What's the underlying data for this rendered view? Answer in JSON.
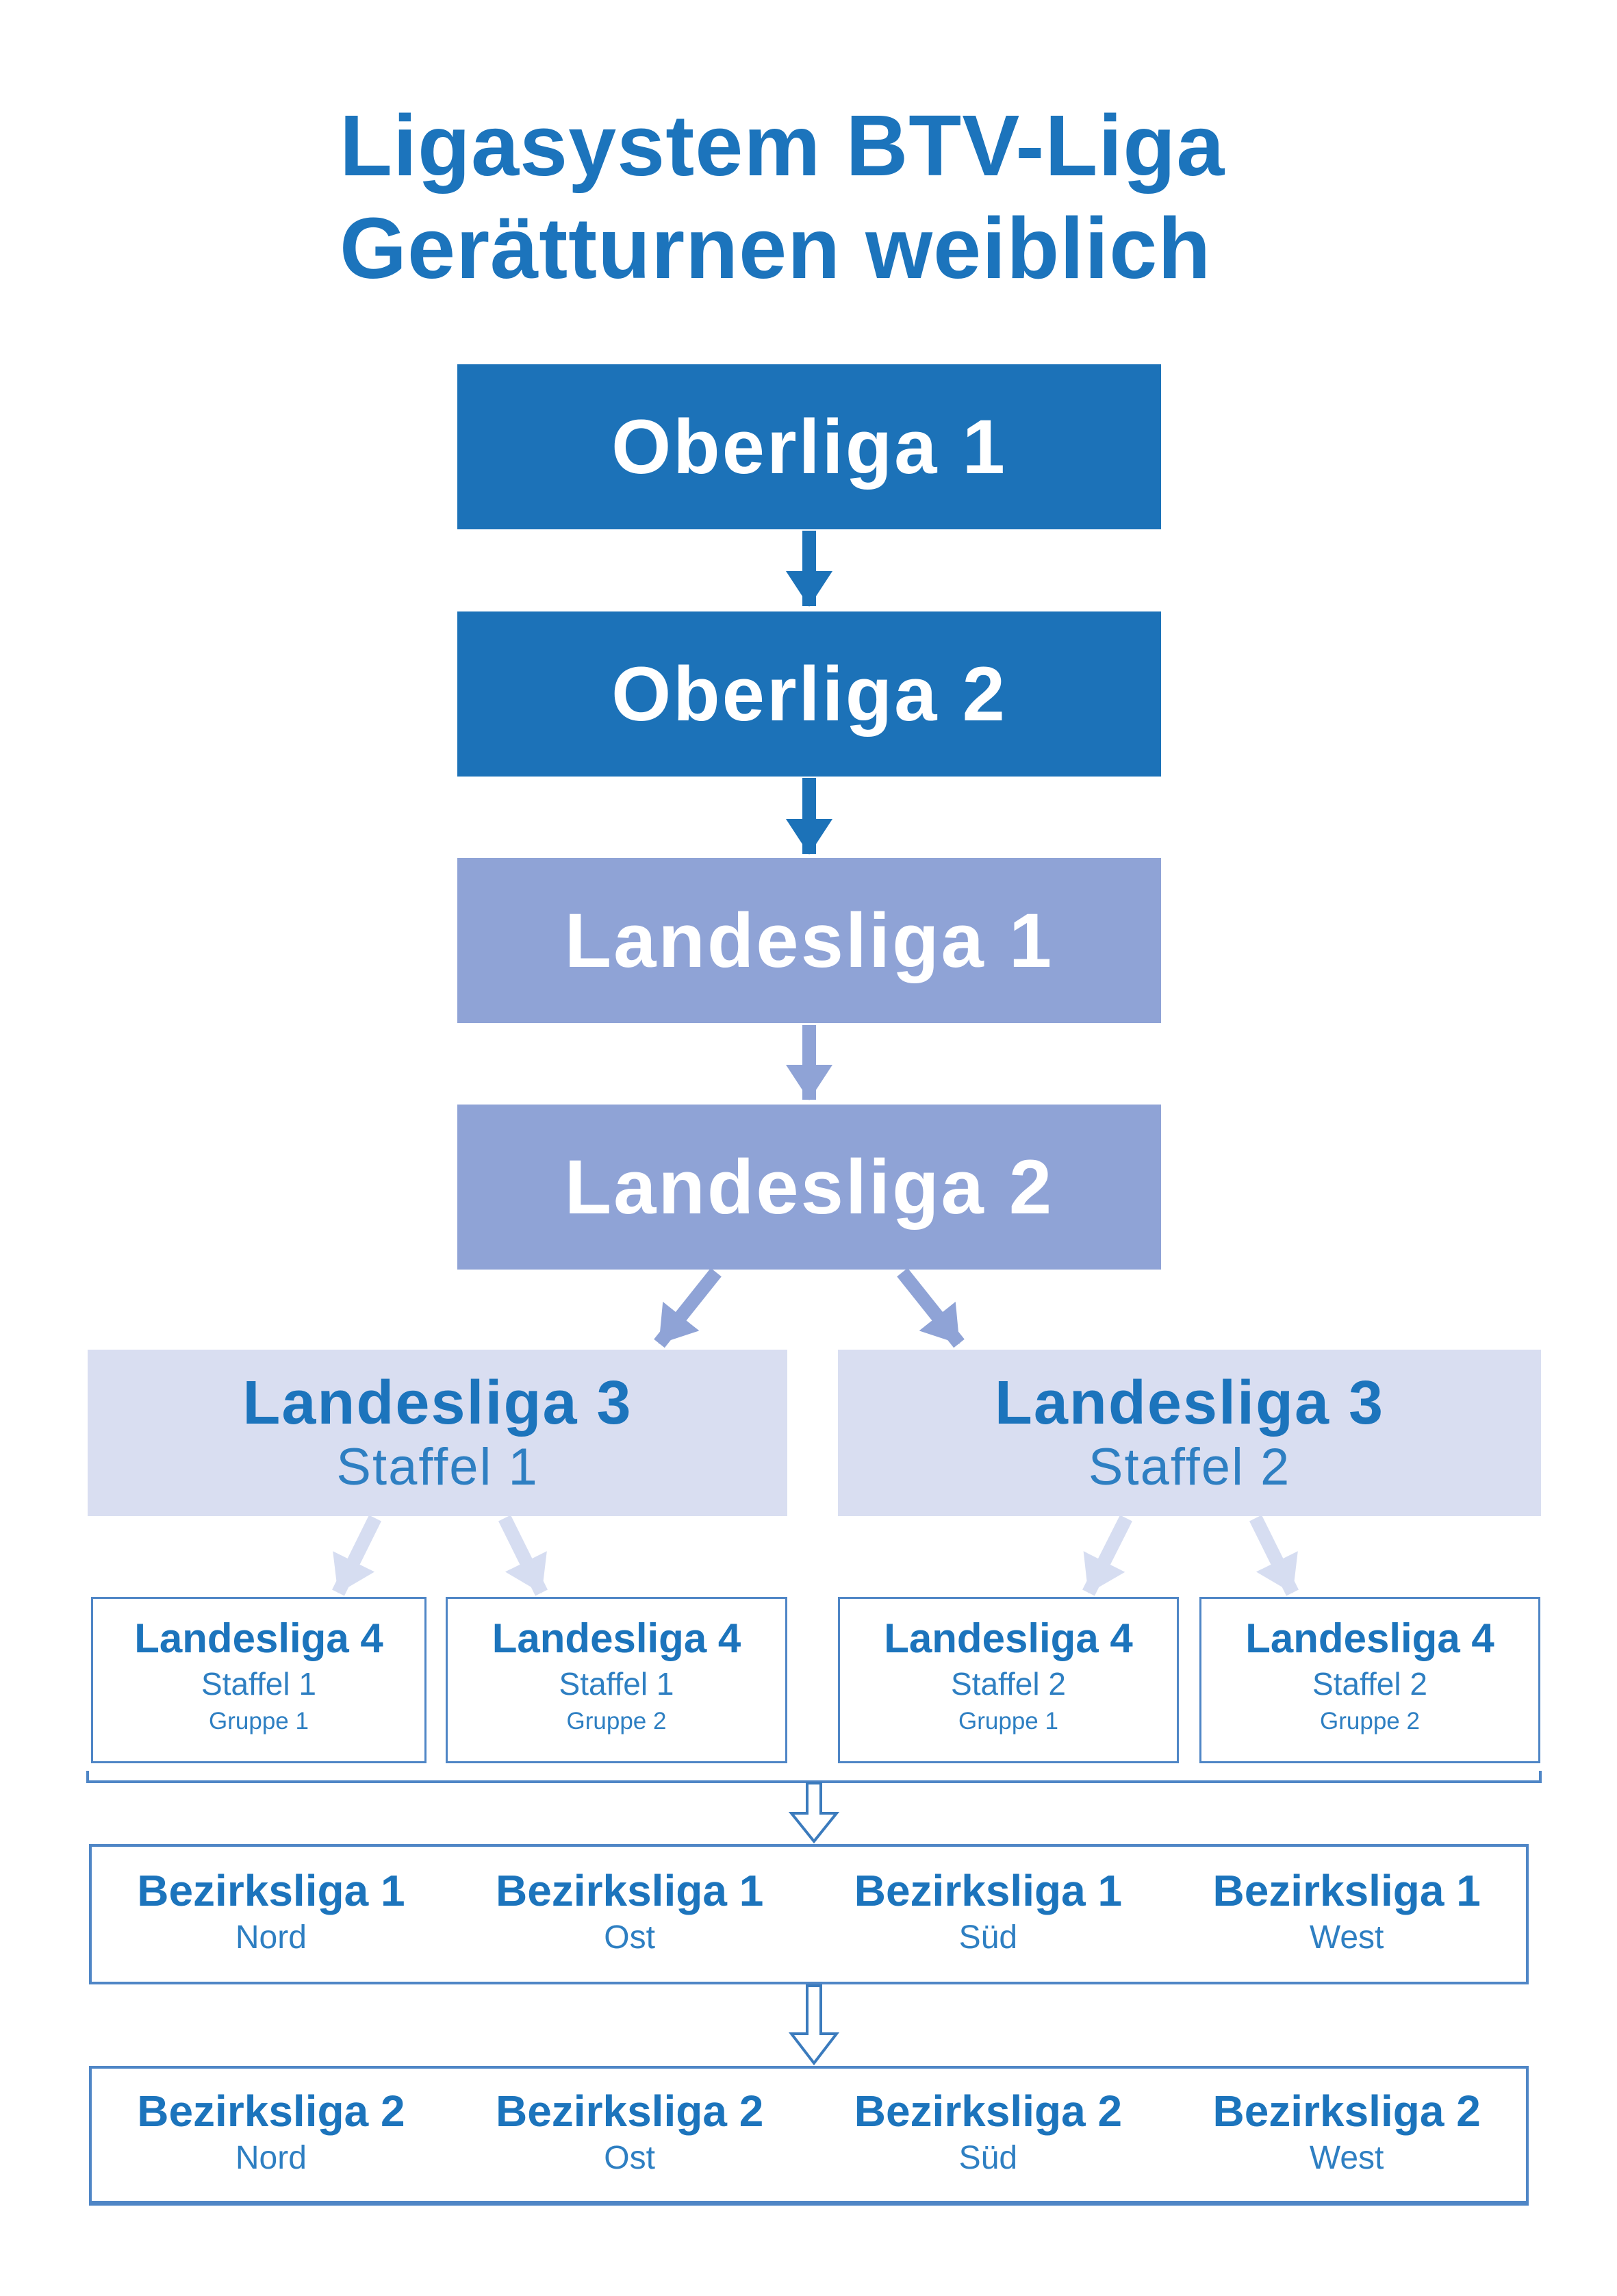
{
  "title": {
    "line1": "Ligasystem BTV-Liga",
    "line2": "Gerätturnen weiblich"
  },
  "colors": {
    "box_dark": "#1C72B8",
    "box_mid": "#8FA3D6",
    "box_light": "#D9DEF1",
    "text_title": "#1C74BC",
    "text_sub": "#2E7FC2",
    "border": "#4F86C6",
    "arrow_dark": "#1C72B8",
    "arrow_mid": "#8FA3D6",
    "arrow_light": "#D6DDF1",
    "hollow_outline": "#3B7BBD"
  },
  "levels": {
    "oberliga1": "Oberliga 1",
    "oberliga2": "Oberliga 2",
    "landesliga1": "Landesliga 1",
    "landesliga2": "Landesliga 2"
  },
  "landesliga3": [
    {
      "title": "Landesliga 3",
      "subtitle": "Staffel 1"
    },
    {
      "title": "Landesliga 3",
      "subtitle": "Staffel 2"
    }
  ],
  "landesliga4": [
    {
      "title": "Landesliga 4",
      "staffel": "Staffel 1",
      "gruppe": "Gruppe 1"
    },
    {
      "title": "Landesliga 4",
      "staffel": "Staffel 1",
      "gruppe": "Gruppe 2"
    },
    {
      "title": "Landesliga 4",
      "staffel": "Staffel 2",
      "gruppe": "Gruppe 1"
    },
    {
      "title": "Landesliga 4",
      "staffel": "Staffel 2",
      "gruppe": "Gruppe 2"
    }
  ],
  "bezirksliga1": [
    {
      "title": "Bezirksliga 1",
      "region": "Nord"
    },
    {
      "title": "Bezirksliga 1",
      "region": "Ost"
    },
    {
      "title": "Bezirksliga 1",
      "region": "Süd"
    },
    {
      "title": "Bezirksliga 1",
      "region": "West"
    }
  ],
  "bezirksliga2": [
    {
      "title": "Bezirksliga 2",
      "region": "Nord"
    },
    {
      "title": "Bezirksliga 2",
      "region": "Ost"
    },
    {
      "title": "Bezirksliga 2",
      "region": "Süd"
    },
    {
      "title": "Bezirksliga 2",
      "region": "West"
    }
  ]
}
